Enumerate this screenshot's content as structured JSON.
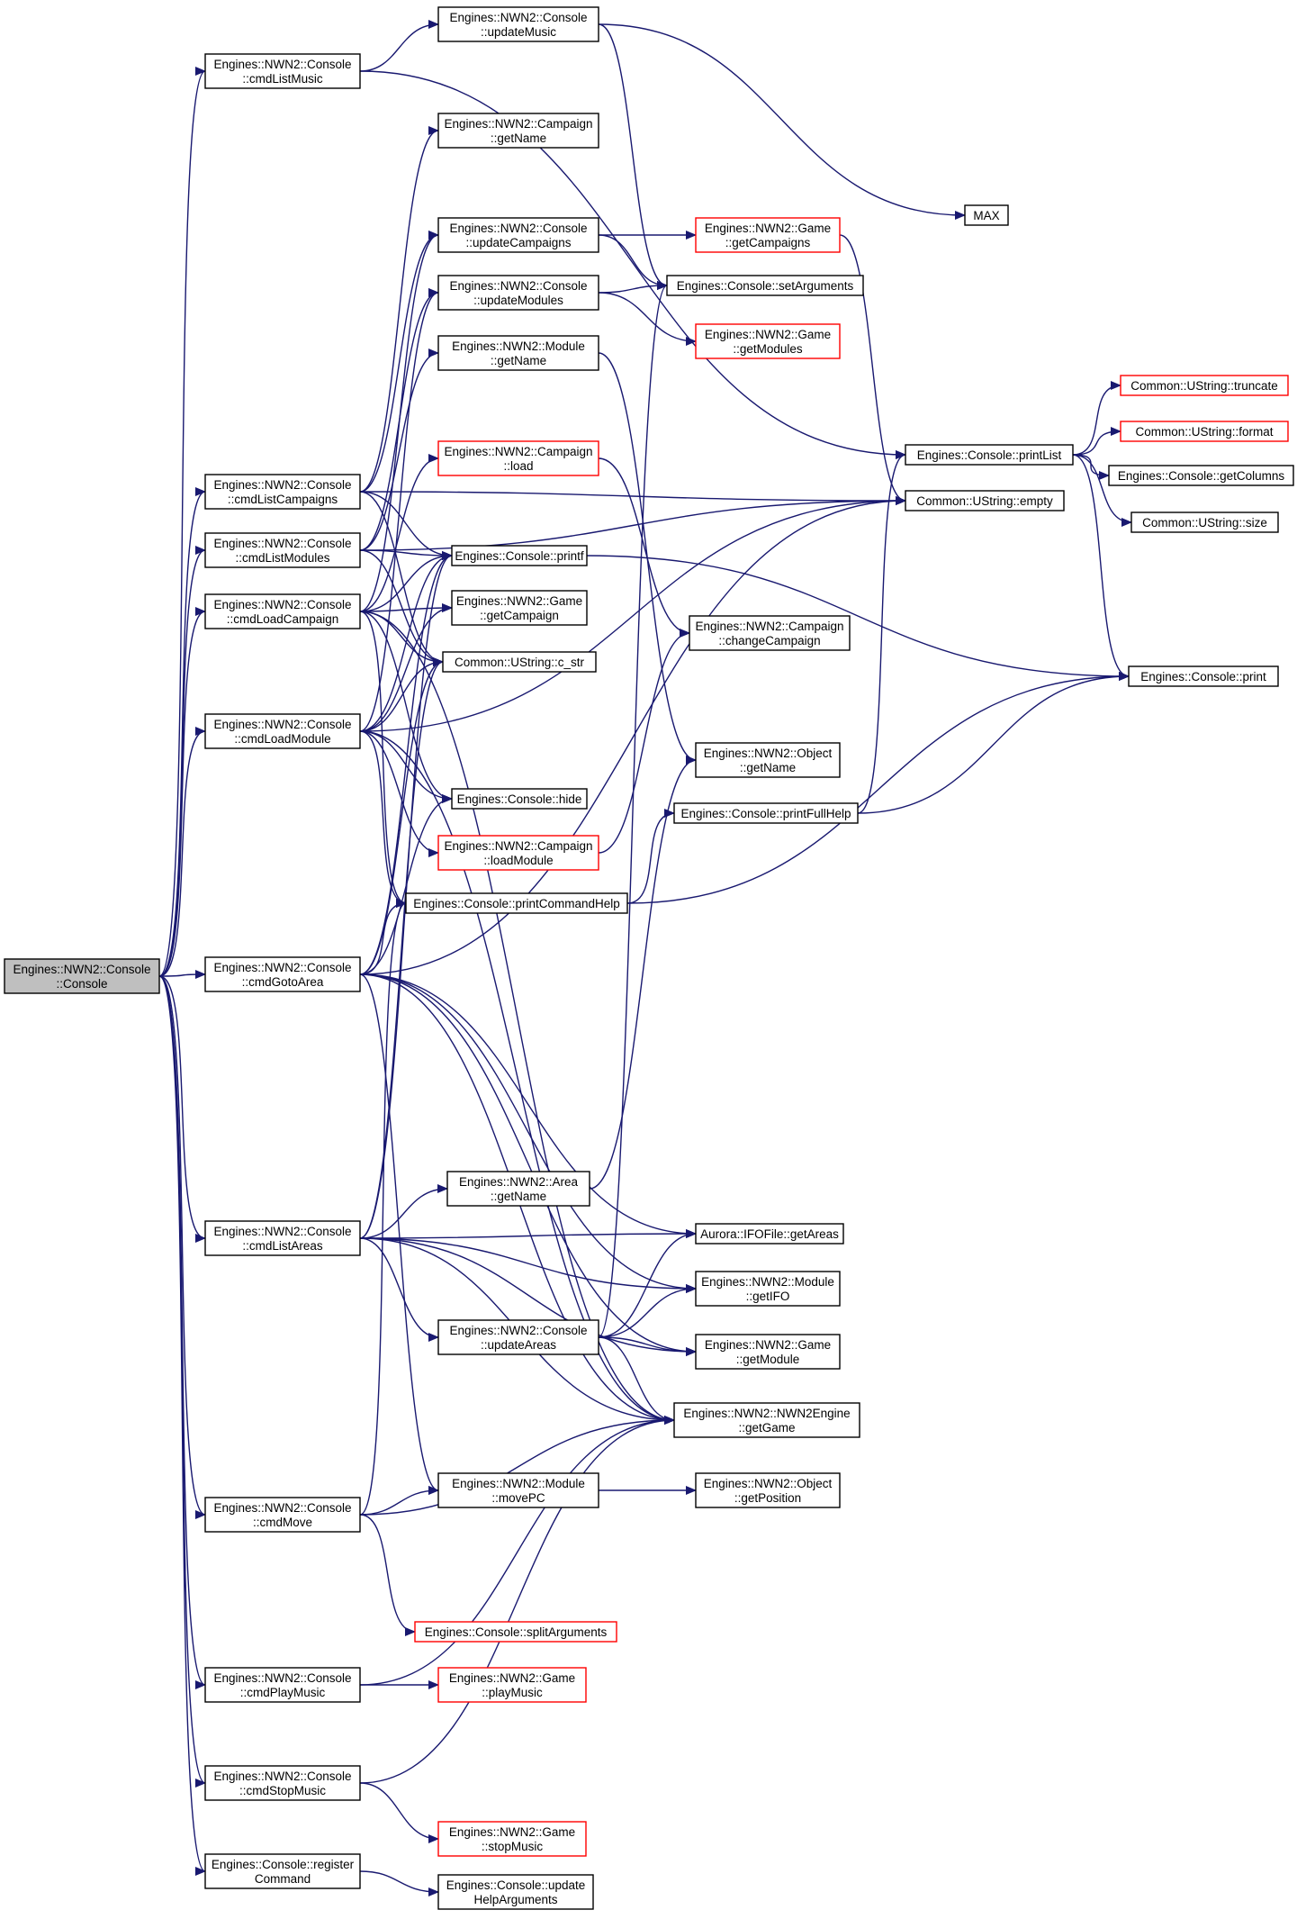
{
  "diagram": {
    "title": "",
    "colors": {
      "edge": "#191970",
      "node_border": "#000000",
      "node_border_truncated": "#ff0000",
      "node_fill": "#ffffff",
      "root_fill": "#bfbfbf"
    },
    "nodes": [
      {
        "id": "root",
        "lines": [
          "Engines::NWN2::Console",
          "::Console"
        ],
        "style": "root"
      },
      {
        "id": "cmdListMusic",
        "lines": [
          "Engines::NWN2::Console",
          "::cmdListMusic"
        ],
        "style": "normal"
      },
      {
        "id": "updateMusic",
        "lines": [
          "Engines::NWN2::Console",
          "::updateMusic"
        ],
        "style": "normal"
      },
      {
        "id": "campGetName",
        "lines": [
          "Engines::NWN2::Campaign",
          "::getName"
        ],
        "style": "normal"
      },
      {
        "id": "updateCampaigns",
        "lines": [
          "Engines::NWN2::Console",
          "::updateCampaigns"
        ],
        "style": "normal"
      },
      {
        "id": "gameGetCampaigns",
        "lines": [
          "Engines::NWN2::Game",
          "::getCampaigns"
        ],
        "style": "truncated"
      },
      {
        "id": "setArguments",
        "lines": [
          "Engines::Console::setArguments"
        ],
        "style": "normal"
      },
      {
        "id": "updateModules",
        "lines": [
          "Engines::NWN2::Console",
          "::updateModules"
        ],
        "style": "normal"
      },
      {
        "id": "gameGetModules",
        "lines": [
          "Engines::NWN2::Game",
          "::getModules"
        ],
        "style": "truncated"
      },
      {
        "id": "moduleGetName",
        "lines": [
          "Engines::NWN2::Module",
          "::getName"
        ],
        "style": "normal"
      },
      {
        "id": "campLoad",
        "lines": [
          "Engines::NWN2::Campaign",
          "::load"
        ],
        "style": "truncated"
      },
      {
        "id": "cmdListCampaigns",
        "lines": [
          "Engines::NWN2::Console",
          "::cmdListCampaigns"
        ],
        "style": "normal"
      },
      {
        "id": "cmdListModules",
        "lines": [
          "Engines::NWN2::Console",
          "::cmdListModules"
        ],
        "style": "normal"
      },
      {
        "id": "printf",
        "lines": [
          "Engines::Console::printf"
        ],
        "style": "normal"
      },
      {
        "id": "cmdLoadCampaign",
        "lines": [
          "Engines::NWN2::Console",
          "::cmdLoadCampaign"
        ],
        "style": "normal"
      },
      {
        "id": "gameGetCampaign",
        "lines": [
          "Engines::NWN2::Game",
          "::getCampaign"
        ],
        "style": "normal"
      },
      {
        "id": "cstr",
        "lines": [
          "Common::UString::c_str"
        ],
        "style": "normal"
      },
      {
        "id": "changeCampaign",
        "lines": [
          "Engines::NWN2::Campaign",
          "::changeCampaign"
        ],
        "style": "normal"
      },
      {
        "id": "cmdLoadModule",
        "lines": [
          "Engines::NWN2::Console",
          "::cmdLoadModule"
        ],
        "style": "normal"
      },
      {
        "id": "objGetName",
        "lines": [
          "Engines::NWN2::Object",
          "::getName"
        ],
        "style": "normal"
      },
      {
        "id": "hide",
        "lines": [
          "Engines::Console::hide"
        ],
        "style": "normal"
      },
      {
        "id": "printFullHelp",
        "lines": [
          "Engines::Console::printFullHelp"
        ],
        "style": "normal"
      },
      {
        "id": "loadModule",
        "lines": [
          "Engines::NWN2::Campaign",
          "::loadModule"
        ],
        "style": "truncated"
      },
      {
        "id": "printCommandHelp",
        "lines": [
          "Engines::Console::printCommandHelp"
        ],
        "style": "normal"
      },
      {
        "id": "MAX",
        "lines": [
          "MAX"
        ],
        "style": "normal"
      },
      {
        "id": "printList",
        "lines": [
          "Engines::Console::printList"
        ],
        "style": "normal"
      },
      {
        "id": "empty",
        "lines": [
          "Common::UString::empty"
        ],
        "style": "normal"
      },
      {
        "id": "truncate",
        "lines": [
          "Common::UString::truncate"
        ],
        "style": "truncated"
      },
      {
        "id": "format",
        "lines": [
          "Common::UString::format"
        ],
        "style": "truncated"
      },
      {
        "id": "getColumns",
        "lines": [
          "Engines::Console::getColumns"
        ],
        "style": "normal"
      },
      {
        "id": "size",
        "lines": [
          "Common::UString::size"
        ],
        "style": "normal"
      },
      {
        "id": "print",
        "lines": [
          "Engines::Console::print"
        ],
        "style": "normal"
      },
      {
        "id": "cmdGotoArea",
        "lines": [
          "Engines::NWN2::Console",
          "::cmdGotoArea"
        ],
        "style": "normal"
      },
      {
        "id": "areaGetName",
        "lines": [
          "Engines::NWN2::Area",
          "::getName"
        ],
        "style": "normal"
      },
      {
        "id": "cmdListAreas",
        "lines": [
          "Engines::NWN2::Console",
          "::cmdListAreas"
        ],
        "style": "normal"
      },
      {
        "id": "getAreas",
        "lines": [
          "Aurora::IFOFile::getAreas"
        ],
        "style": "normal"
      },
      {
        "id": "getIFO",
        "lines": [
          "Engines::NWN2::Module",
          "::getIFO"
        ],
        "style": "normal"
      },
      {
        "id": "updateAreas",
        "lines": [
          "Engines::NWN2::Console",
          "::updateAreas"
        ],
        "style": "normal"
      },
      {
        "id": "getModule",
        "lines": [
          "Engines::NWN2::Game",
          "::getModule"
        ],
        "style": "normal"
      },
      {
        "id": "getGame",
        "lines": [
          "Engines::NWN2::NWN2Engine",
          "::getGame"
        ],
        "style": "normal"
      },
      {
        "id": "movePC",
        "lines": [
          "Engines::NWN2::Module",
          "::movePC"
        ],
        "style": "normal"
      },
      {
        "id": "getPosition",
        "lines": [
          "Engines::NWN2::Object",
          "::getPosition"
        ],
        "style": "normal"
      },
      {
        "id": "cmdMove",
        "lines": [
          "Engines::NWN2::Console",
          "::cmdMove"
        ],
        "style": "normal"
      },
      {
        "id": "splitArguments",
        "lines": [
          "Engines::Console::splitArguments"
        ],
        "style": "truncated"
      },
      {
        "id": "cmdPlayMusic",
        "lines": [
          "Engines::NWN2::Console",
          "::cmdPlayMusic"
        ],
        "style": "normal"
      },
      {
        "id": "playMusic",
        "lines": [
          "Engines::NWN2::Game",
          "::playMusic"
        ],
        "style": "truncated"
      },
      {
        "id": "cmdStopMusic",
        "lines": [
          "Engines::NWN2::Console",
          "::cmdStopMusic"
        ],
        "style": "normal"
      },
      {
        "id": "stopMusic",
        "lines": [
          "Engines::NWN2::Game",
          "::stopMusic"
        ],
        "style": "truncated"
      },
      {
        "id": "registerCommand",
        "lines": [
          "Engines::Console::register",
          "Command"
        ],
        "style": "normal"
      },
      {
        "id": "updateHelpArguments",
        "lines": [
          "Engines::Console::update",
          "HelpArguments"
        ],
        "style": "normal"
      }
    ],
    "edges": [
      [
        "root",
        "cmdListMusic"
      ],
      [
        "root",
        "cmdListCampaigns"
      ],
      [
        "root",
        "cmdListModules"
      ],
      [
        "root",
        "cmdLoadCampaign"
      ],
      [
        "root",
        "cmdLoadModule"
      ],
      [
        "root",
        "cmdGotoArea"
      ],
      [
        "root",
        "cmdListAreas"
      ],
      [
        "root",
        "cmdMove"
      ],
      [
        "root",
        "cmdPlayMusic"
      ],
      [
        "root",
        "cmdStopMusic"
      ],
      [
        "root",
        "registerCommand"
      ],
      [
        "cmdListMusic",
        "updateMusic"
      ],
      [
        "cmdListMusic",
        "printList"
      ],
      [
        "updateMusic",
        "MAX"
      ],
      [
        "updateMusic",
        "setArguments"
      ],
      [
        "cmdListCampaigns",
        "campGetName"
      ],
      [
        "cmdListCampaigns",
        "updateCampaigns"
      ],
      [
        "cmdListCampaigns",
        "empty"
      ],
      [
        "cmdListCampaigns",
        "printf"
      ],
      [
        "cmdListCampaigns",
        "cstr"
      ],
      [
        "updateCampaigns",
        "gameGetCampaigns"
      ],
      [
        "updateCampaigns",
        "setArguments"
      ],
      [
        "cmdListModules",
        "updateModules"
      ],
      [
        "cmdListModules",
        "moduleGetName"
      ],
      [
        "cmdListModules",
        "empty"
      ],
      [
        "cmdListModules",
        "printf"
      ],
      [
        "cmdListModules",
        "cstr"
      ],
      [
        "updateModules",
        "setArguments"
      ],
      [
        "updateModules",
        "gameGetModules"
      ],
      [
        "cmdLoadCampaign",
        "updateCampaigns"
      ],
      [
        "cmdLoadCampaign",
        "campLoad"
      ],
      [
        "cmdLoadCampaign",
        "printf"
      ],
      [
        "cmdLoadCampaign",
        "gameGetCampaign"
      ],
      [
        "cmdLoadCampaign",
        "cstr"
      ],
      [
        "cmdLoadCampaign",
        "hide"
      ],
      [
        "cmdLoadCampaign",
        "printCommandHelp"
      ],
      [
        "cmdLoadCampaign",
        "getGame"
      ],
      [
        "campLoad",
        "changeCampaign"
      ],
      [
        "cmdLoadModule",
        "updateModules"
      ],
      [
        "cmdLoadModule",
        "printf"
      ],
      [
        "cmdLoadModule",
        "gameGetCampaign"
      ],
      [
        "cmdLoadModule",
        "cstr"
      ],
      [
        "cmdLoadModule",
        "empty"
      ],
      [
        "cmdLoadModule",
        "hide"
      ],
      [
        "cmdLoadModule",
        "loadModule"
      ],
      [
        "cmdLoadModule",
        "printCommandHelp"
      ],
      [
        "cmdLoadModule",
        "getGame"
      ],
      [
        "loadModule",
        "changeCampaign"
      ],
      [
        "moduleGetName",
        "objGetName"
      ],
      [
        "printCommandHelp",
        "printFullHelp"
      ],
      [
        "printCommandHelp",
        "print"
      ],
      [
        "printFullHelp",
        "printList"
      ],
      [
        "printFullHelp",
        "print"
      ],
      [
        "printList",
        "truncate"
      ],
      [
        "printList",
        "format"
      ],
      [
        "printList",
        "getColumns"
      ],
      [
        "printList",
        "size"
      ],
      [
        "printList",
        "print"
      ],
      [
        "printf",
        "print"
      ],
      [
        "gameGetCampaigns",
        "empty"
      ],
      [
        "cmdGotoArea",
        "printf"
      ],
      [
        "cmdGotoArea",
        "cstr"
      ],
      [
        "cmdGotoArea",
        "hide"
      ],
      [
        "cmdGotoArea",
        "printCommandHelp"
      ],
      [
        "cmdGotoArea",
        "empty"
      ],
      [
        "cmdGotoArea",
        "getAreas"
      ],
      [
        "cmdGotoArea",
        "getIFO"
      ],
      [
        "cmdGotoArea",
        "getModule"
      ],
      [
        "cmdGotoArea",
        "getGame"
      ],
      [
        "cmdGotoArea",
        "movePC"
      ],
      [
        "cmdListAreas",
        "areaGetName"
      ],
      [
        "cmdListAreas",
        "getAreas"
      ],
      [
        "cmdListAreas",
        "getIFO"
      ],
      [
        "cmdListAreas",
        "updateAreas"
      ],
      [
        "cmdListAreas",
        "getModule"
      ],
      [
        "cmdListAreas",
        "getGame"
      ],
      [
        "cmdListAreas",
        "printf"
      ],
      [
        "cmdListAreas",
        "cstr"
      ],
      [
        "areaGetName",
        "objGetName"
      ],
      [
        "updateAreas",
        "setArguments"
      ],
      [
        "updateAreas",
        "getAreas"
      ],
      [
        "updateAreas",
        "getIFO"
      ],
      [
        "updateAreas",
        "getModule"
      ],
      [
        "updateAreas",
        "getGame"
      ],
      [
        "movePC",
        "getPosition"
      ],
      [
        "cmdMove",
        "movePC"
      ],
      [
        "cmdMove",
        "getGame"
      ],
      [
        "cmdMove",
        "splitArguments"
      ],
      [
        "cmdMove",
        "printCommandHelp"
      ],
      [
        "cmdPlayMusic",
        "playMusic"
      ],
      [
        "cmdPlayMusic",
        "getGame"
      ],
      [
        "cmdStopMusic",
        "stopMusic"
      ],
      [
        "cmdStopMusic",
        "getGame"
      ],
      [
        "registerCommand",
        "updateHelpArguments"
      ]
    ]
  }
}
